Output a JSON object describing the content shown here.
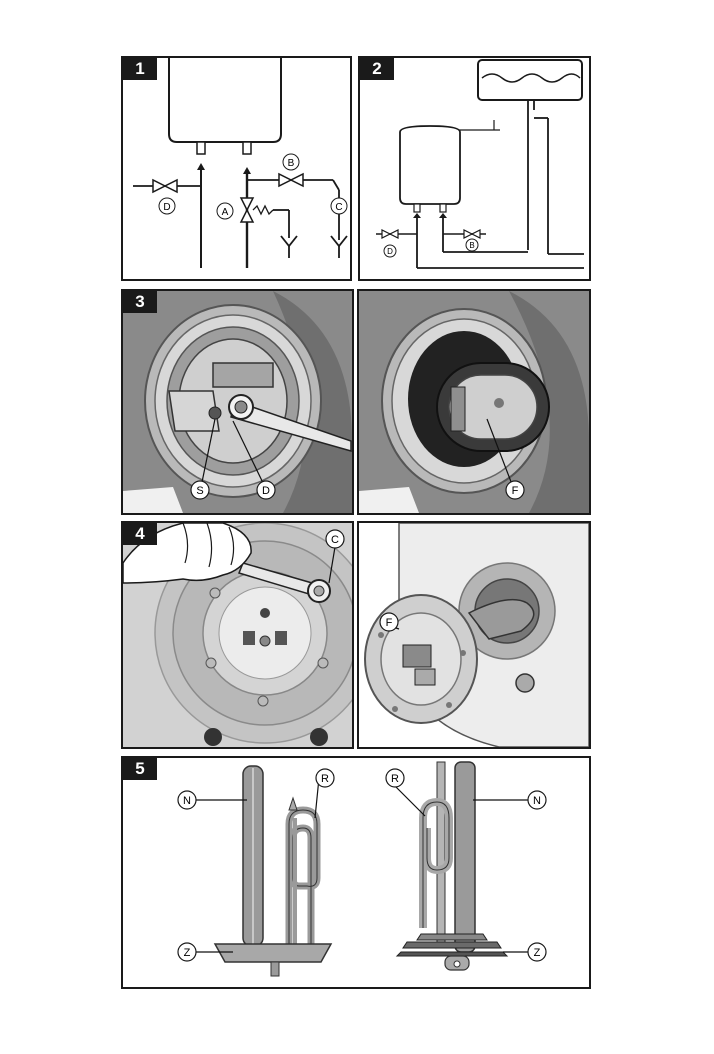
{
  "panels": {
    "p1": {
      "number": "1",
      "labels": {
        "a": "A",
        "b": "B",
        "c": "C",
        "d": "D"
      }
    },
    "p2": {
      "number": "2",
      "labels": {
        "b": "B",
        "d": "D"
      }
    },
    "p3": {
      "number": "3",
      "labels": {
        "s": "S",
        "d": "D",
        "f": "F"
      }
    },
    "p4": {
      "number": "4",
      "labels": {
        "c": "C",
        "f": "F"
      }
    },
    "p5": {
      "number": "5",
      "labels": {
        "n_left": "N",
        "r_left": "R",
        "z_left": "Z",
        "r_right": "R",
        "n_right": "N",
        "z_right": "Z"
      }
    }
  },
  "colors": {
    "frame": "#1a1a1a",
    "photo_bg": "#8a8a8a",
    "metal": "#9a9a9a"
  }
}
